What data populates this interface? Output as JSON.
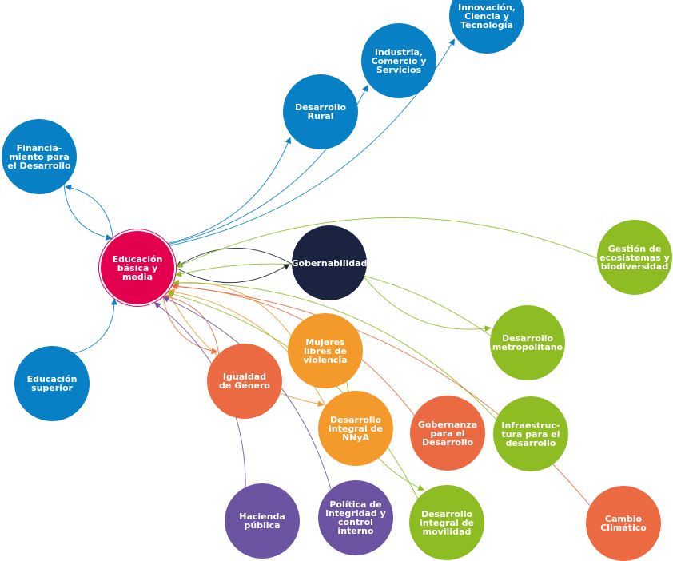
{
  "colors": {
    "education": "#e3004f",
    "blue": "#0880c6",
    "navy": "#1a2340",
    "green": "#8dbd23",
    "orange_dark": "#ec6a42",
    "orange": "#f39a2b",
    "purple": "#6c54a3"
  },
  "nodes": {
    "educacion": {
      "label": "Educación\nbásica y\nmedia",
      "color": "#e3004f"
    },
    "innovacion": {
      "label": "Innovación,\nCiencia y\nTecnología",
      "color": "#0880c6"
    },
    "industria": {
      "label": "Industria,\nComercio y\nServicios",
      "color": "#0880c6"
    },
    "rural": {
      "label": "Desarrollo\nRural",
      "color": "#0880c6"
    },
    "financiamiento": {
      "label": "Financia-\nmiento para\nel Desarrollo",
      "color": "#0880c6"
    },
    "superior": {
      "label": "Educación\nsuperior",
      "color": "#0880c6"
    },
    "gobernabilidad": {
      "label": "Gobernabilidad",
      "color": "#1a2340"
    },
    "ecosistemas": {
      "label": "Gestión de\necosistemas y\nbiodiversidad",
      "color": "#8dbd23"
    },
    "metropolitano": {
      "label": "Desarrollo\nmetropolitano",
      "color": "#8dbd23"
    },
    "mujeres": {
      "label": "Mujeres\nlibres de\nviolencia",
      "color": "#f39a2b"
    },
    "igualdad": {
      "label": "Igualdad\nde Género",
      "color": "#ec6a42"
    },
    "nnya": {
      "label": "Desarrollo\nintegral de\nNNyA",
      "color": "#f39a2b"
    },
    "gobernanza": {
      "label": "Gobernanza\npara el\nDesarrollo",
      "color": "#ec6a42"
    },
    "infraestructura": {
      "label": "Infraestruc-\ntura para el\ndesarrollo",
      "color": "#8dbd23"
    },
    "hacienda": {
      "label": "Hacienda\npública",
      "color": "#6c54a3"
    },
    "politica": {
      "label": "Política de\nintegridad y\ncontrol interno",
      "color": "#6c54a3"
    },
    "movilidad": {
      "label": "Desarrollo\nintegral de\nmovilidad",
      "color": "#8dbd23"
    },
    "climatico": {
      "label": "Cambio\nClimático",
      "color": "#ec6a42"
    }
  },
  "edges": [
    {
      "from": "educacion",
      "to": "innovacion",
      "color": "#0880c6"
    },
    {
      "from": "educacion",
      "to": "industria",
      "color": "#0880c6"
    },
    {
      "from": "educacion",
      "to": "rural",
      "color": "#0880c6"
    },
    {
      "from": "educacion",
      "to": "financiamiento",
      "color": "#0880c6"
    },
    {
      "from": "financiamiento",
      "to": "educacion",
      "color": "#0880c6"
    },
    {
      "from": "superior",
      "to": "educacion",
      "color": "#0880c6"
    },
    {
      "from": "educacion",
      "to": "gobernabilidad",
      "color": "#1a2340"
    },
    {
      "from": "gobernabilidad",
      "to": "educacion",
      "color": "#1a2340"
    },
    {
      "from": "gobernabilidad",
      "to": "metropolitano",
      "color": "#8dbd23"
    },
    {
      "from": "ecosistemas",
      "to": "educacion",
      "color": "#8dbd23"
    },
    {
      "from": "metropolitano",
      "to": "educacion",
      "color": "#8dbd23"
    },
    {
      "from": "mujeres",
      "to": "educacion",
      "color": "#f39a2b"
    },
    {
      "from": "educacion",
      "to": "igualdad",
      "color": "#ec6a42"
    },
    {
      "from": "igualdad",
      "to": "educacion",
      "color": "#ec6a42"
    },
    {
      "from": "nnya",
      "to": "educacion",
      "color": "#f39a2b"
    },
    {
      "from": "educacion",
      "to": "nnya",
      "color": "#f39a2b"
    },
    {
      "from": "gobernanza",
      "to": "educacion",
      "color": "#ec6a42"
    },
    {
      "from": "infraestructura",
      "to": "educacion",
      "color": "#8dbd23"
    },
    {
      "from": "mujeres",
      "to": "movilidad",
      "color": "#8dbd23"
    },
    {
      "from": "hacienda",
      "to": "educacion",
      "color": "#6c54a3"
    },
    {
      "from": "politica",
      "to": "educacion",
      "color": "#6c54a3"
    },
    {
      "from": "movilidad",
      "to": "educacion",
      "color": "#8dbd23"
    },
    {
      "from": "climatico",
      "to": "educacion",
      "color": "#ec6a42"
    }
  ]
}
